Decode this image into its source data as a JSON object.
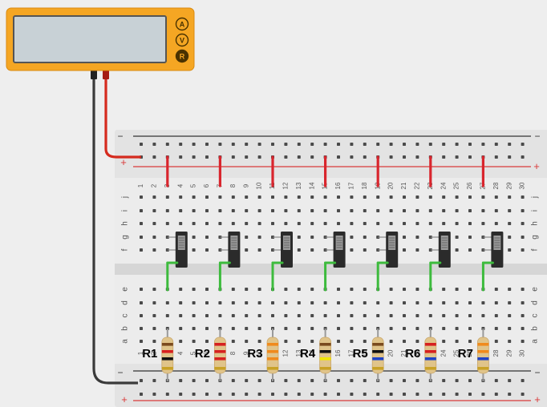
{
  "multimeter": {
    "buttons": [
      {
        "label": "A",
        "active": false
      },
      {
        "label": "V",
        "active": false
      },
      {
        "label": "R",
        "active": true
      }
    ],
    "body_color": "#f5a623",
    "screen_color": "#c8d1d6",
    "probe_colors": {
      "black": "#3a3a3a",
      "red": "#d52b1e"
    }
  },
  "breadboard": {
    "columns": [
      "1",
      "2",
      "3",
      "4",
      "5",
      "6",
      "7",
      "8",
      "9",
      "10",
      "11",
      "12",
      "13",
      "14",
      "15",
      "16",
      "17",
      "18",
      "19",
      "20",
      "21",
      "22",
      "23",
      "24",
      "25",
      "26",
      "27",
      "28",
      "29",
      "30"
    ],
    "upper_rows": [
      "j",
      "i",
      "h",
      "g",
      "f"
    ],
    "lower_rows": [
      "e",
      "d",
      "c",
      "b",
      "a"
    ],
    "rail_plus": "+",
    "rail_minus": "−",
    "rail_red": "#d93a3a",
    "rail_dark": "#333333"
  },
  "resistors": [
    {
      "label": "R1",
      "bands": [
        "#7a4a1e",
        "#d62020",
        "#111111",
        "#c9a227"
      ]
    },
    {
      "label": "R2",
      "bands": [
        "#d62020",
        "#d62020",
        "#d62020",
        "#c9a227"
      ]
    },
    {
      "label": "R3",
      "bands": [
        "#f08a1c",
        "#f08a1c",
        "#f08a1c",
        "#c9a227"
      ]
    },
    {
      "label": "R4",
      "bands": [
        "#7a4a1e",
        "#111111",
        "#f2e600",
        "#c9a227"
      ]
    },
    {
      "label": "R5",
      "bands": [
        "#7a4a1e",
        "#111111",
        "#1f43c7",
        "#c9a227"
      ]
    },
    {
      "label": "R6",
      "bands": [
        "#d62020",
        "#d62020",
        "#1f43c7",
        "#c9a227"
      ]
    },
    {
      "label": "R7",
      "bands": [
        "#f08a1c",
        "#f08a1c",
        "#1f43c7",
        "#c9a227"
      ]
    }
  ],
  "wire_colors": {
    "red": "#d9262e",
    "green": "#3dbb3d"
  },
  "switch_color": "#2b2b2b"
}
